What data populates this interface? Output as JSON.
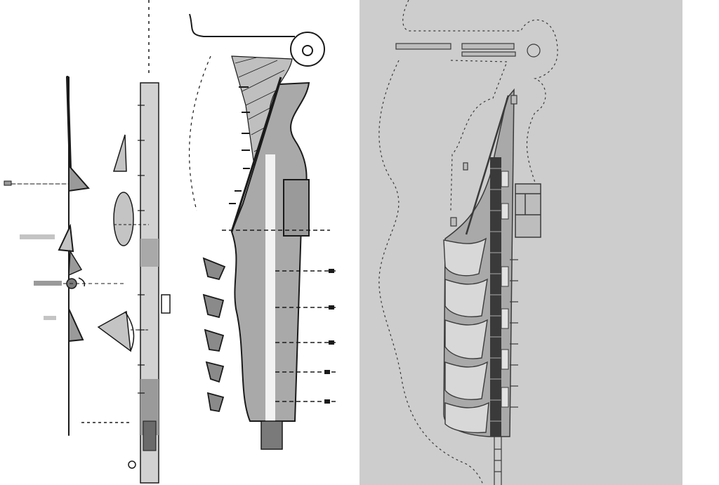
{
  "figure": {
    "panels": [
      {
        "id": "concept-sketches",
        "kind": "hand sketch"
      },
      {
        "id": "site-plan",
        "kind": "drafted plan"
      }
    ]
  },
  "colors": {
    "sketch_paper": "#ffffff",
    "ink": "#1a1a1a",
    "pencil_fill": "#9a9a9a",
    "light_fill": "#c4c4c4",
    "plan_background": "#cdcdcd",
    "plan_fill": "#a9a9a9",
    "plan_dark": "#3a3a3a",
    "plan_highlight": "#e2e2e2"
  }
}
